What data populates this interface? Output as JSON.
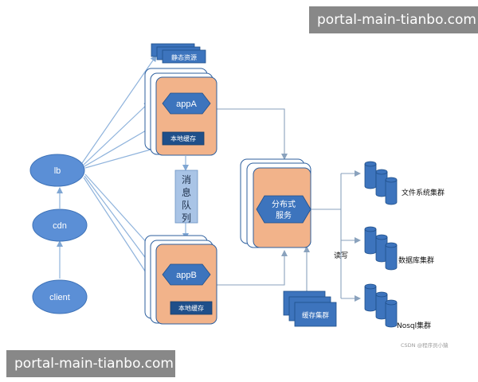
{
  "watermarks": {
    "top": "portal-main-tianbo.com",
    "bottom": "portal-main-tianbo.com"
  },
  "nodes": {
    "client": "client",
    "cdn": "cdn",
    "lb": "lb",
    "static_resources": "静态资源",
    "appA": "appA",
    "appA_cache": "本地缓存",
    "message_queue": "消息队列",
    "appB": "appB",
    "appB_cache": "本地缓存",
    "distributed_service_line1": "分布式",
    "distributed_service_line2": "服务",
    "cache_cluster": "缓存集群",
    "file_system_cluster": "文件系统集群",
    "database_cluster": "数据库集群",
    "nosql_cluster": "Nosql集群",
    "read_write": "读写"
  },
  "credit": "CSDN @程序员小猿",
  "colors": {
    "ellipse": "#5b8fd6",
    "ellipse_stroke": "#3f73b8",
    "node_blue": "#3d74bd",
    "node_blue_dark": "#1f4f8a",
    "app_orange": "#f2b38a",
    "arrow": "#8fb3dc",
    "arrow_dark": "#5d7fa8",
    "queue_fill": "#a9c4e6"
  }
}
